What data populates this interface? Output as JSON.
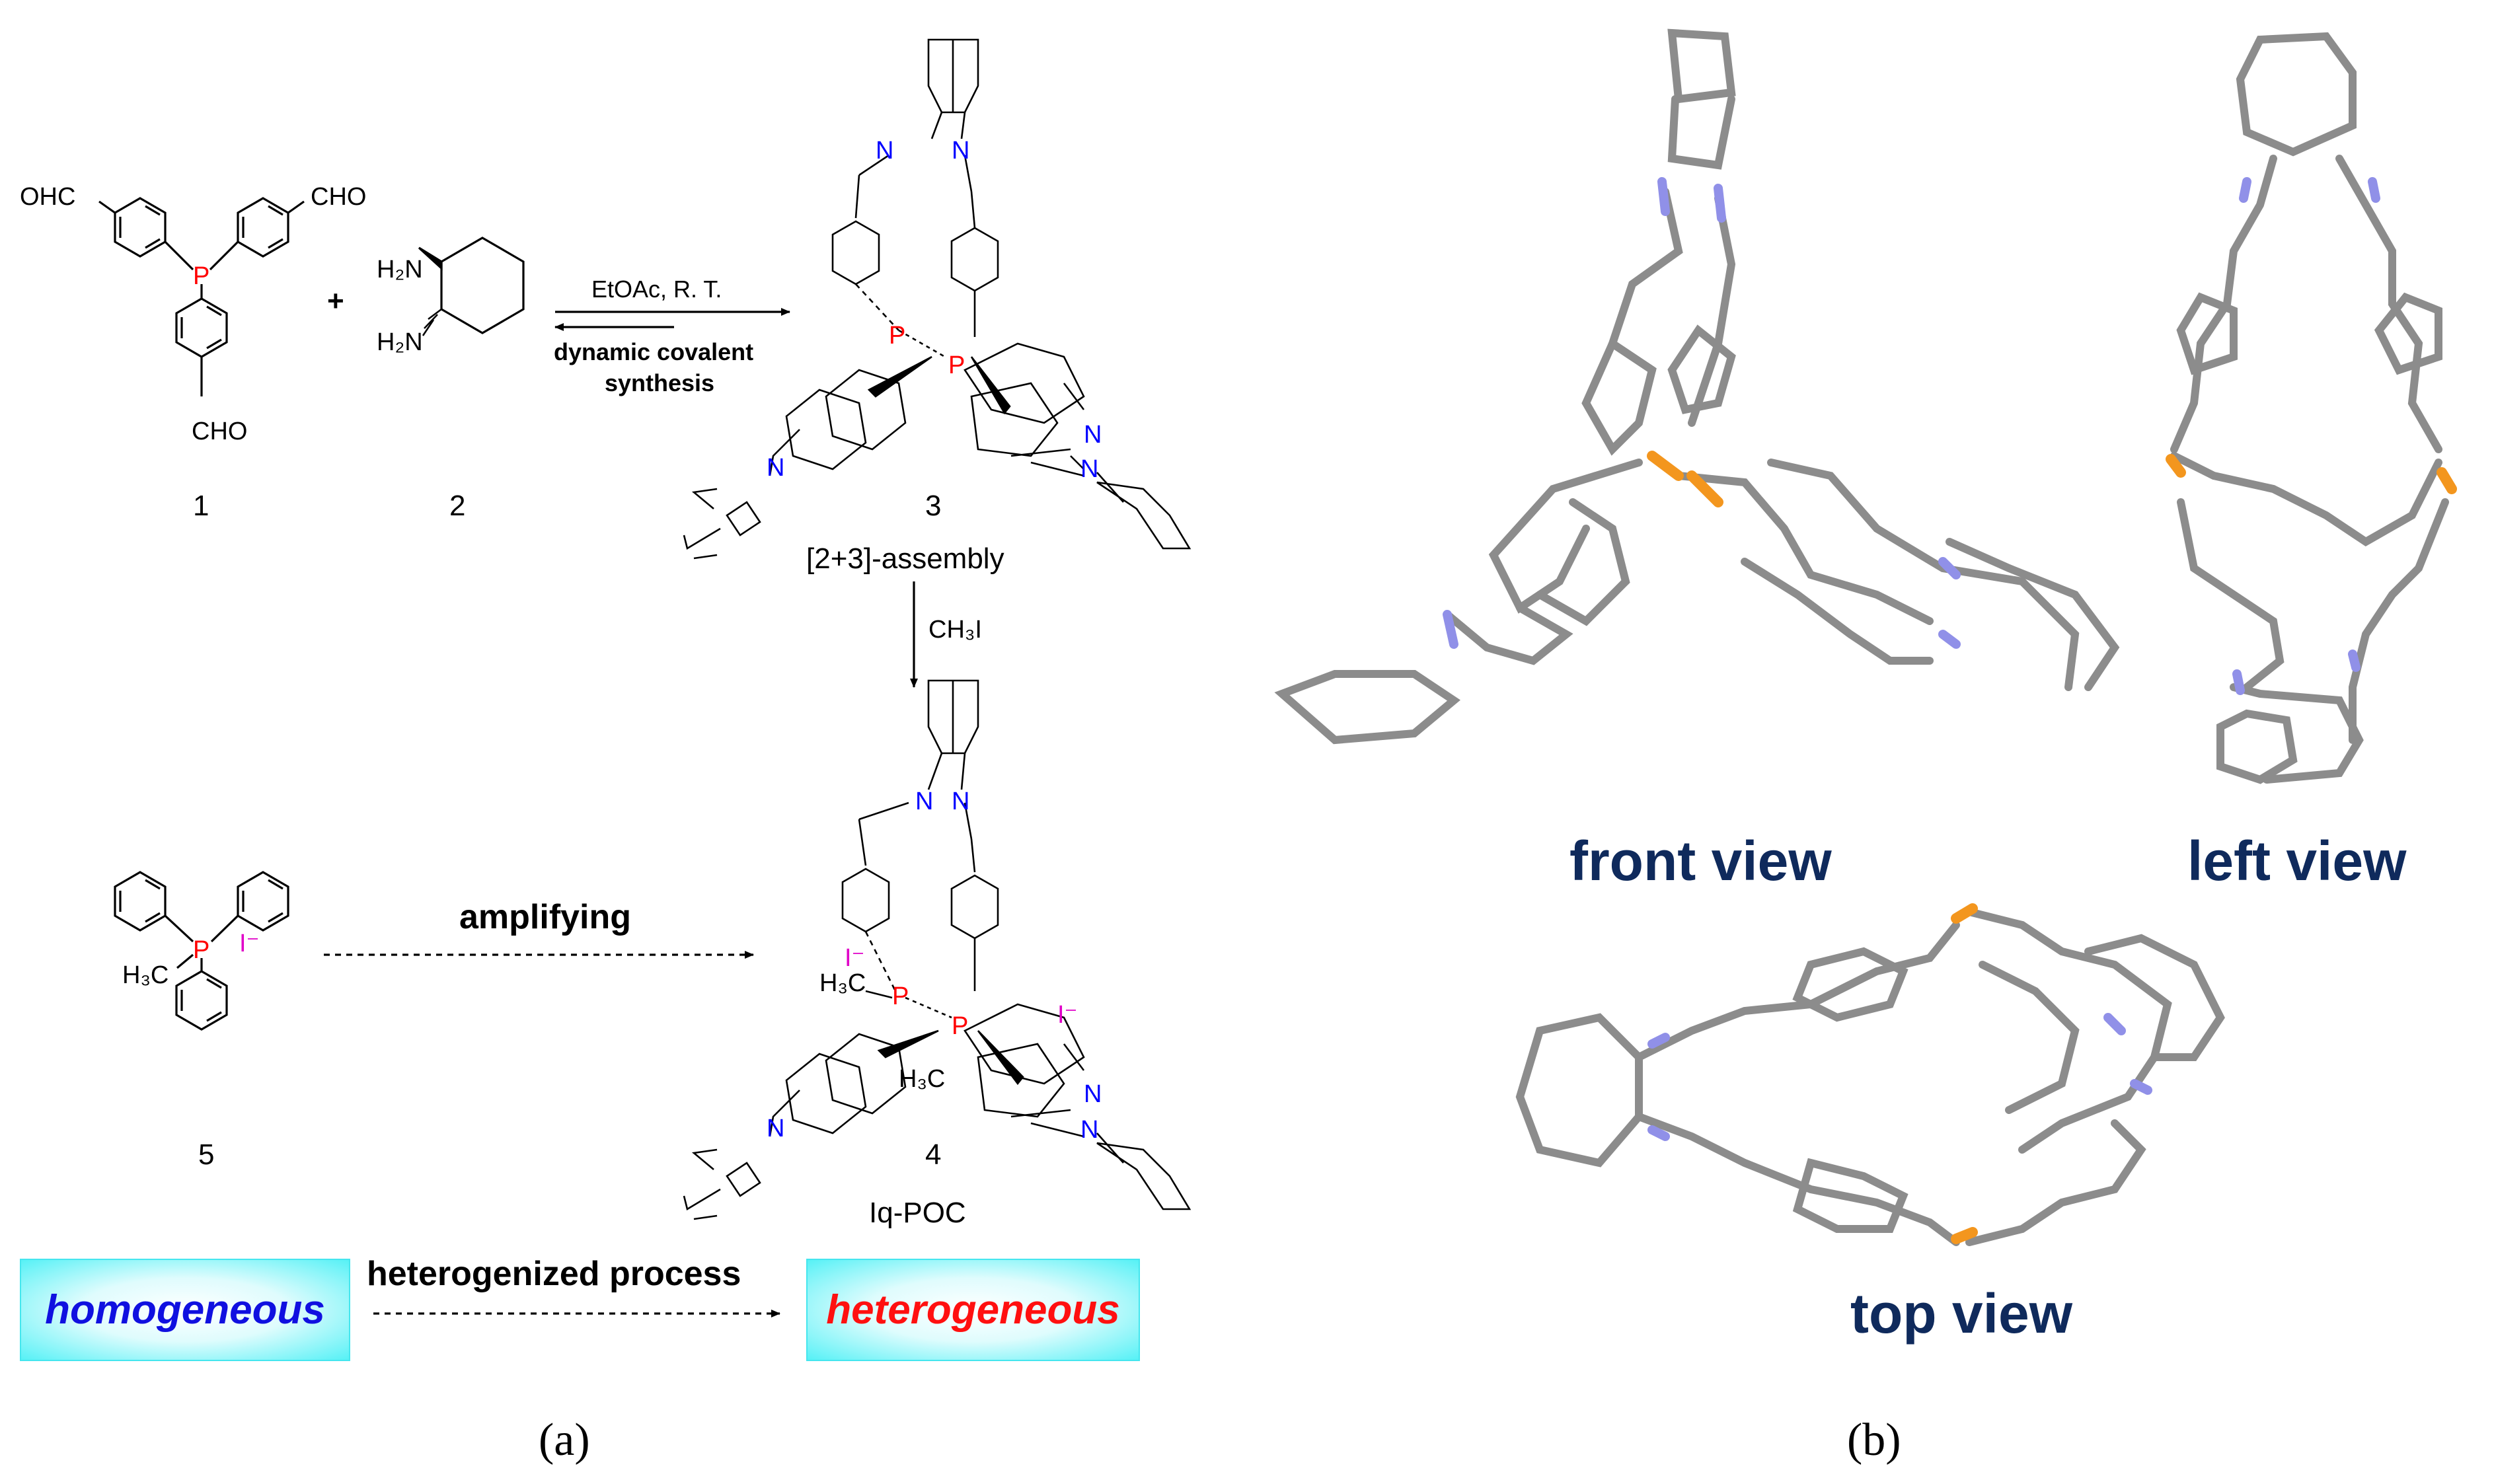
{
  "panel_a": {
    "compounds": {
      "c1": {
        "number": "1",
        "substituent_left": "OHC",
        "substituent_right": "CHO",
        "substituent_bottom": "CHO",
        "atom_p": "P"
      },
      "c2": {
        "number": "2",
        "amine_top": "H₂N",
        "amine_bottom": "H₂N"
      },
      "c3": {
        "number": "3",
        "label": "[2+3]-assembly"
      },
      "c4": {
        "number": "4",
        "label": "Iq-POC",
        "methyl": "H₃C",
        "iodide": "I⁻"
      },
      "c5": {
        "number": "5",
        "methyl": "H₃C",
        "iodide": "I⁻",
        "atom_p": "P"
      }
    },
    "plus_sign": "+",
    "reaction_arrow": {
      "top": "EtOAc, R. T.",
      "bottom_line1": "dynamic covalent",
      "bottom_line2": "synthesis"
    },
    "methylation_arrow": {
      "label": "CH₃I"
    },
    "amplify_arrow": {
      "label": "amplifying"
    },
    "process_arrow": {
      "label": "heterogenized process"
    },
    "boxes": {
      "left": "homogeneous",
      "right": "heterogeneous"
    },
    "caption": "(a)",
    "atom_labels": {
      "n": "N",
      "p": "P"
    }
  },
  "panel_b": {
    "views": {
      "front": "front view",
      "left": "left view",
      "top": "top view"
    },
    "caption": "(b)"
  },
  "colors": {
    "phosphorus": "#ff0000",
    "nitrogen": "#0000ff",
    "iodide": "#e000c8",
    "homogeneous_text": "#1010e0",
    "heterogeneous_text": "#ff1010",
    "view_label": "#0f2a5c",
    "atom_c": "#8c8c8c",
    "atom_n": "#9090e8",
    "atom_p": "#f3961e"
  }
}
